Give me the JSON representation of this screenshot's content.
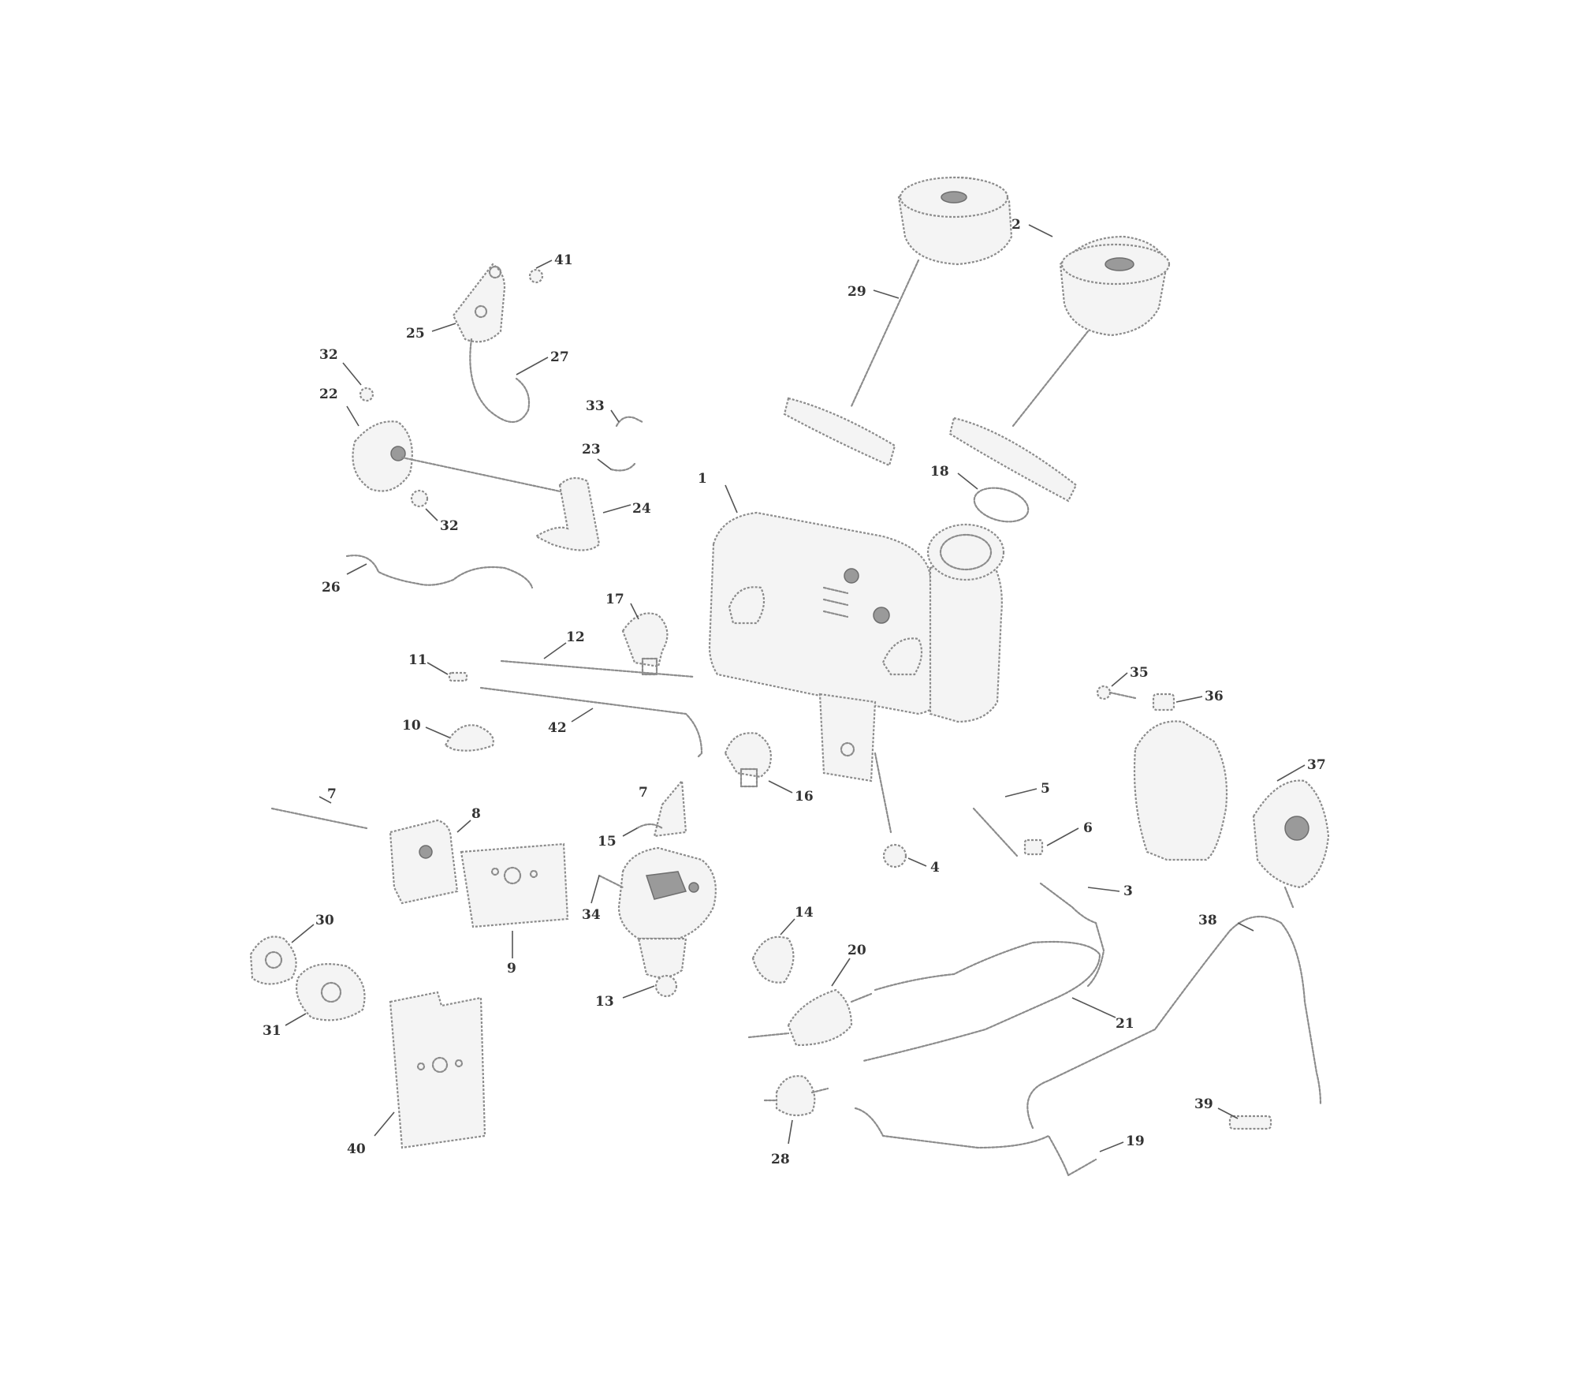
{
  "callouts": {
    "c1": "1",
    "c2": "2",
    "c3": "3",
    "c4": "4",
    "c5": "5",
    "c6": "6",
    "c7": "7",
    "c7b": "7",
    "c8": "8",
    "c9": "9",
    "c10": "10",
    "c11": "11",
    "c12": "12",
    "c13": "13",
    "c14": "14",
    "c15": "15",
    "c16": "16",
    "c17": "17",
    "c18": "18",
    "c19": "19",
    "c20": "20",
    "c21": "21",
    "c22": "22",
    "c23": "23",
    "c24": "24",
    "c25": "25",
    "c26": "26",
    "c27": "27",
    "c28": "28",
    "c29": "29",
    "c30": "30",
    "c31": "31",
    "c32a": "32",
    "c32b": "32",
    "c33": "33",
    "c34": "34",
    "c35": "35",
    "c36": "36",
    "c37": "37",
    "c38": "38",
    "c39": "39",
    "c40": "40",
    "c41": "41",
    "c42": "42"
  },
  "colors": {
    "line": "#8c8c8c",
    "text": "#333333",
    "background": "#ffffff"
  }
}
